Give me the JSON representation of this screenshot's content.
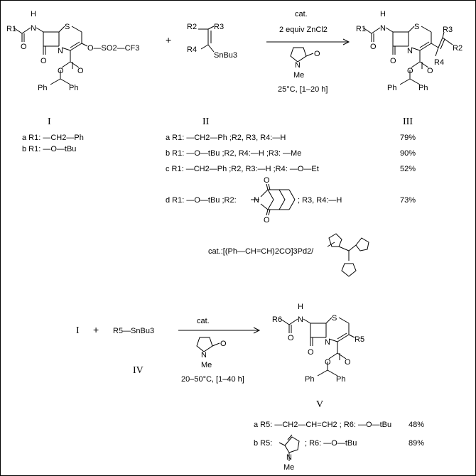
{
  "reaction1": {
    "conditions": {
      "catalyst": "cat.",
      "reagent": "2 equiv ZnCl2",
      "solvent_label_n": "N",
      "solvent_label_me": "Me",
      "solvent_label_o": "O",
      "temperature": "25°C,  [1–20 h]"
    },
    "reactant1_labels": {
      "r1": "R1",
      "nh": "H",
      "n_amide": "N",
      "o_amide": "O",
      "s": "S",
      "n_ring": "N",
      "o_lactam": "O",
      "otf": "O—SO2—CF3",
      "o_ester1": "O",
      "o_ester2": "O",
      "ph1": "Ph",
      "ph2": "Ph"
    },
    "reactant2_labels": {
      "r2": "R2",
      "r3": "R3",
      "r4": "R4",
      "snbu3": "SnBu3"
    },
    "product_labels": {
      "r1": "R1",
      "nh": "H",
      "n_amide": "N",
      "o_amide": "O",
      "s": "S",
      "n_ring": "N",
      "o_lactam": "O",
      "r2": "R2",
      "r3": "R3",
      "r4": "R4",
      "o_ester1": "O",
      "o_ester2": "O",
      "ph1": "Ph",
      "ph2": "Ph"
    },
    "plus": "+"
  },
  "table": {
    "headers": [
      "I",
      "II",
      "III"
    ],
    "col_I": [
      "a R1: —CH2—Ph",
      "b R1: —O—tBu"
    ],
    "rows": [
      {
        "text": "a R1: —CH2—Ph ;R2, R3, R4:—H",
        "yield": "79%"
      },
      {
        "text": "b R1: —O—tBu ;R2, R4:—H ;R3: —Me",
        "yield": "90%"
      },
      {
        "text": "c R1: —CH2—Ph ;R2, R3:—H ;R4: —O—Et",
        "yield": "52%"
      },
      {
        "text_before": "d R1: —O—tBu ;R2:",
        "text_after": "; R3, R4:—H",
        "phthalimide_o": "O",
        "phthalimide_n": "N",
        "yield": "73%"
      }
    ],
    "catalyst_note": "cat.:[(Ph—CH=CH)2CO]3Pd2/"
  },
  "reaction2": {
    "reactant_I": "I",
    "plus": "+",
    "stannane": "R5—SnBu3",
    "stannane_label": "IV",
    "conditions": {
      "catalyst": "cat.",
      "solvent_label_n": "N",
      "solvent_label_me": "Me",
      "solvent_label_o": "O",
      "temperature": "20–50°C, [1–40 h]"
    },
    "product_labels": {
      "r6": "R6",
      "nh": "H",
      "n_amide": "N",
      "o_amide": "O",
      "s": "S",
      "n_ring": "N",
      "o_lactam": "O",
      "r5": "R5",
      "o_ester1": "O",
      "o_ester2": "O",
      "ph1": "Ph",
      "ph2": "Ph"
    },
    "product_label": "V",
    "rows": [
      {
        "text": "a R5: —CH2—CH=CH2 ; R6: —O—tBu",
        "yield": "48%"
      },
      {
        "text_before": "b R5:",
        "text_after": "; R6: —O—tBu",
        "pyrrole_n": "N",
        "pyrrole_me": "Me",
        "yield": "89%"
      }
    ]
  }
}
